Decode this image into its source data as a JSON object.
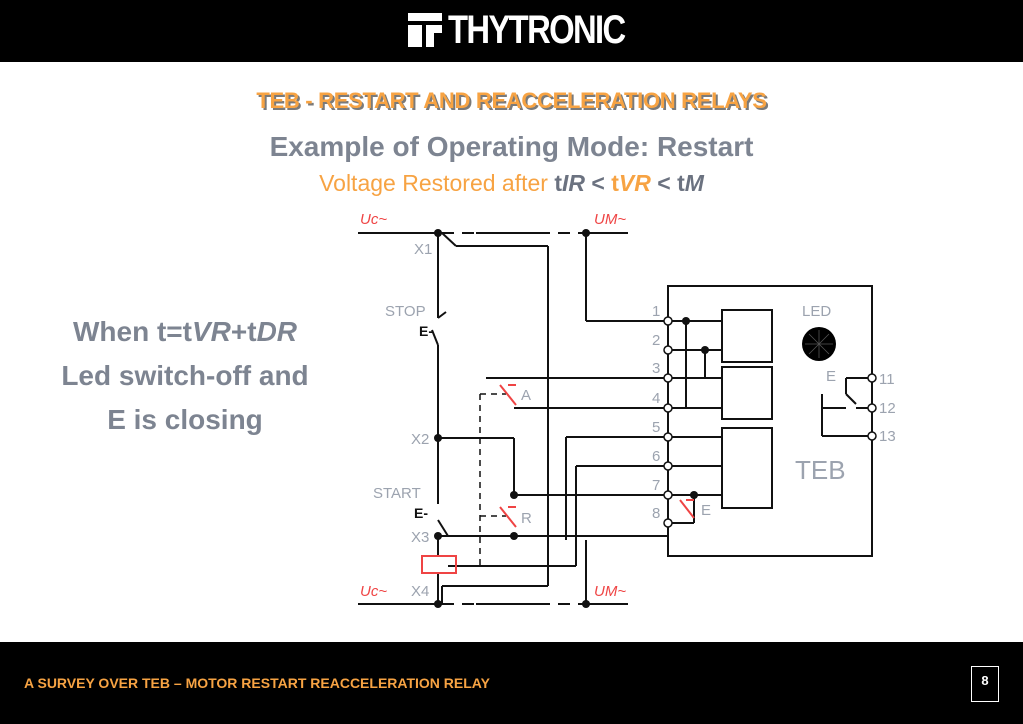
{
  "header": {
    "logo_text": "THYTRONIC"
  },
  "title": "TEB - RESTART AND REACCELERATION RELAYS",
  "subtitle": "Example of Operating Mode: Restart",
  "subline": {
    "prefix": "Voltage Restored after ",
    "t1": "t",
    "v1": "IR",
    "lt1": " < ",
    "t2": "t",
    "v2": "VR",
    "lt2": " < ",
    "t3": "t",
    "v3": "M"
  },
  "side_text": {
    "line1_a": "When t=t",
    "line1_b": "VR",
    "line1_c": "+t",
    "line1_d": "DR",
    "line2": "Led switch-off and",
    "line3": "E is closing"
  },
  "diagram": {
    "uc_top": "Uc~",
    "um_top": "UM~",
    "uc_bottom": "Uc~",
    "um_bottom": "UM~",
    "x1": "X1",
    "x2": "X2",
    "x3": "X3",
    "x4": "X4",
    "stop": "STOP",
    "start": "START",
    "e_left": "E-",
    "e_left2": "E-",
    "contact_a": "A",
    "contact_r": "R",
    "contact_e": "E",
    "contact_e_box": "E",
    "led": "LED",
    "teb": "TEB",
    "terminals_left": [
      "1",
      "2",
      "3",
      "4",
      "5",
      "6",
      "7",
      "8"
    ],
    "terminals_right": [
      "11",
      "12",
      "13"
    ]
  },
  "footer": {
    "text": "A SURVEY OVER TEB – MOTOR RESTART REACCELERATION RELAY",
    "page": "8"
  },
  "colors": {
    "accent_orange": "#f7a343",
    "title_gray": "#7d8491",
    "bar_black": "#000000",
    "contact_red": "#ef4444"
  }
}
